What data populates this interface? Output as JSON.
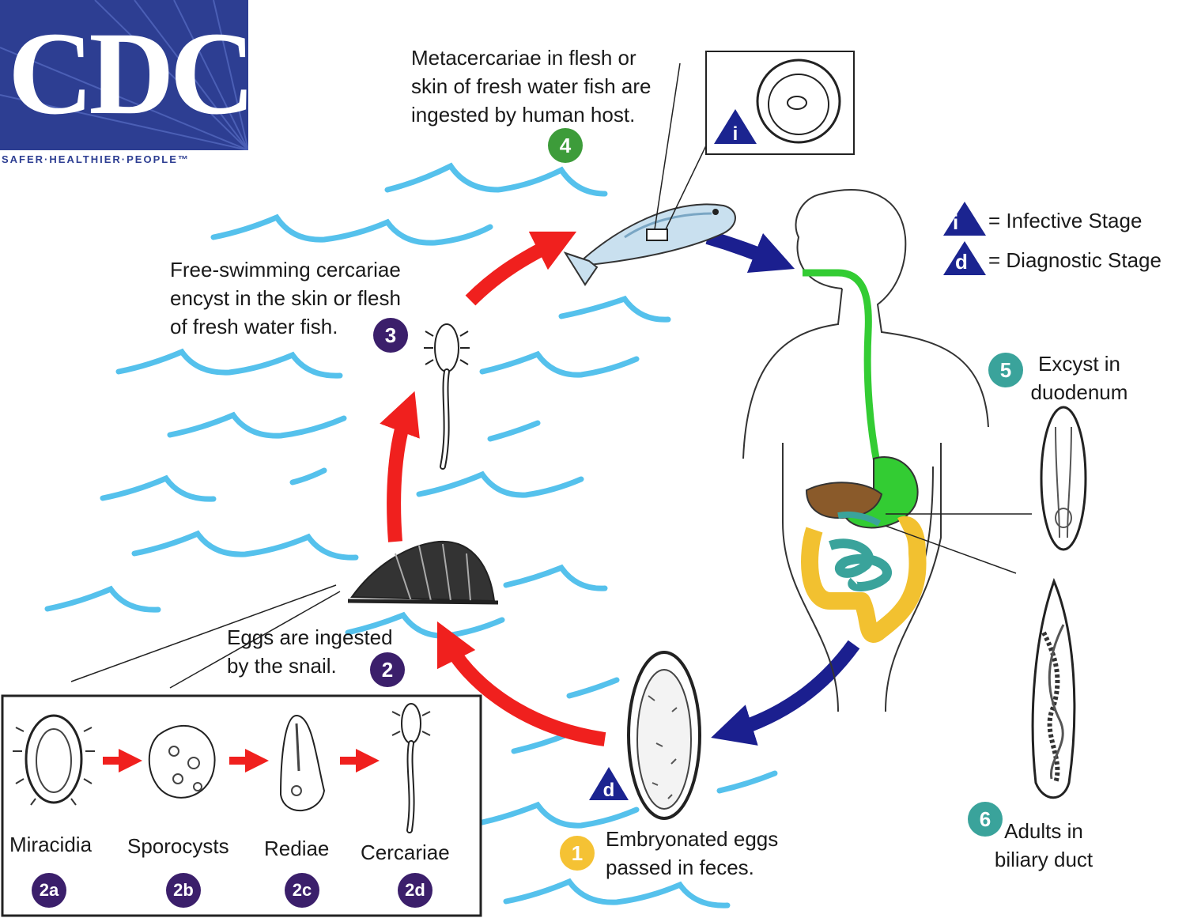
{
  "logo": {
    "text": "CDC",
    "tagline": "SAFER·HEALTHIER·PEOPLE™",
    "color": "#2d3e92"
  },
  "legend": {
    "infective_symbol": "i",
    "infective_label": "= Infective Stage",
    "diagnostic_symbol": "d",
    "diagnostic_label": "= Diagnostic Stage"
  },
  "steps": {
    "s1": {
      "badge": "1",
      "line1": "Embryonated eggs",
      "line2": "passed in feces.",
      "color": "#f5c234"
    },
    "s2": {
      "badge": "2",
      "line1": "Eggs are ingested",
      "line2": "by the snail.",
      "color": "#3b1f6b"
    },
    "s3": {
      "badge": "3",
      "line1": "Free-swimming cercariae",
      "line2": "encyst in the skin or flesh",
      "line3": "of fresh water fish.",
      "color": "#3b1f6b"
    },
    "s4": {
      "badge": "4",
      "line1": "Metacercariae in flesh or",
      "line2": "skin of fresh water fish are",
      "line3": "ingested by human host.",
      "color": "#3d9c3a"
    },
    "s5": {
      "badge": "5",
      "line1": "Excyst in",
      "line2": "duodenum",
      "color": "#3aa39b"
    },
    "s6": {
      "badge": "6",
      "line1": "Adults in",
      "line2": "biliary duct",
      "color": "#3aa39b"
    }
  },
  "inset": {
    "stages": [
      {
        "label": "Miracidia",
        "badge": "2a"
      },
      {
        "label": "Sporocysts",
        "badge": "2b"
      },
      {
        "label": "Rediae",
        "badge": "2c"
      },
      {
        "label": "Cercariae",
        "badge": "2d"
      }
    ]
  },
  "markers": {
    "infective_in_box": "i",
    "diagnostic_near_egg": "d"
  },
  "colors": {
    "water": "#55c1ec",
    "red_arrow": "#f0201e",
    "blue_arrow": "#1b1f8f",
    "marker_blue": "#1b2490",
    "badge_purple": "#3b1f6b",
    "digestive_green": "#33cc33",
    "colon_yellow": "#f2c130",
    "intestine_teal": "#3aa39b",
    "liver_brown": "#8a5a2a"
  }
}
